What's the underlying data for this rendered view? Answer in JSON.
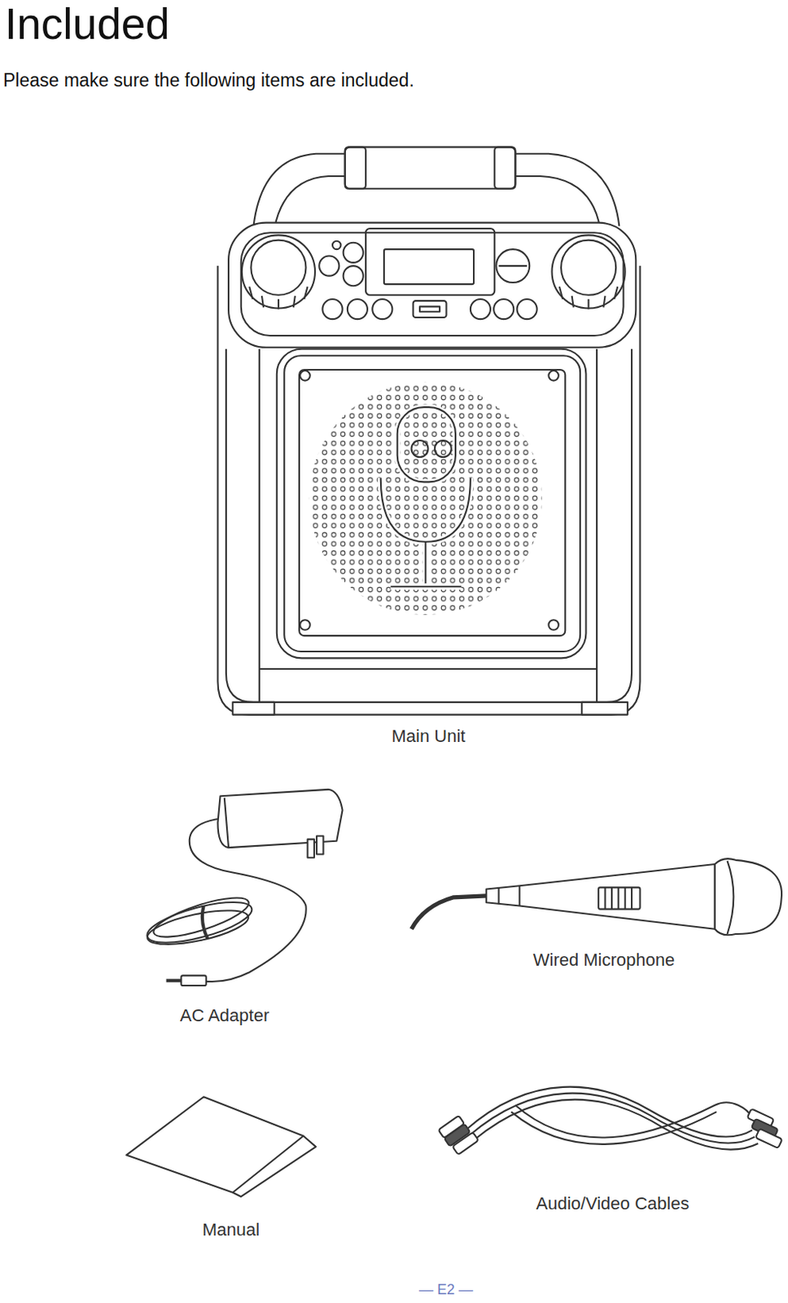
{
  "diagram": {
    "title": "Included",
    "labels": [
      "Please make sure the following items are included.",
      "Main Unit",
      "AC Adapter",
      "Wired Microphone",
      "Manual",
      "Audio/Video Cables",
      "— E2 —"
    ]
  }
}
